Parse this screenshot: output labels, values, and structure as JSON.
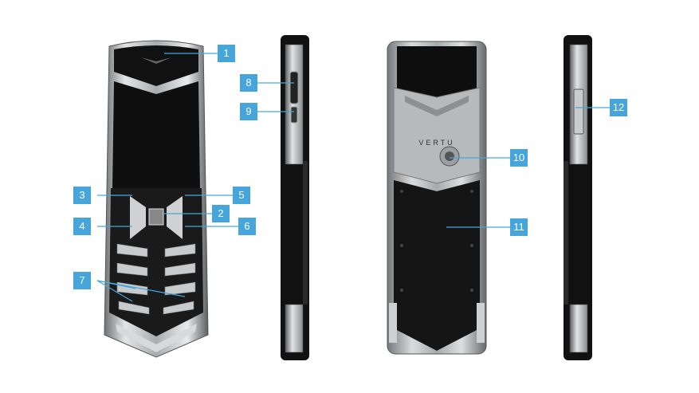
{
  "figure": {
    "brand_text": "VERTU",
    "callouts": [
      "1",
      "2",
      "3",
      "4",
      "5",
      "6",
      "7",
      "8",
      "9",
      "10",
      "11",
      "12"
    ]
  },
  "colors": {
    "callout_bg": "#46a6dc",
    "body_dark": "#141414",
    "steel": "#b9bcbe"
  }
}
